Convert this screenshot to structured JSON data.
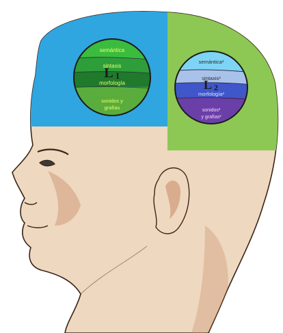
{
  "colors": {
    "left_region": "#2fa6e0",
    "right_region": "#8dc855",
    "skin": "#eed8bf",
    "skin_shadow": "#c98f6a",
    "outline": "#3a2418",
    "l1_bands": [
      "#3bbc3f",
      "#2e9e3a",
      "#3c8f3c",
      "#1f7a2c",
      "#5aad3c"
    ],
    "l2_bands": [
      "#7ed4f5",
      "#a9c2ea",
      "#3f57c9",
      "#6e8ad8",
      "#6a3fa8"
    ]
  },
  "l1": {
    "symbol": "L",
    "subscript": "1",
    "layers": [
      "semántica",
      "sintaxis",
      "morfología",
      "sonidos y",
      "grafías"
    ]
  },
  "l2": {
    "symbol": "L",
    "subscript": "2",
    "layers": [
      "semántica²",
      "sintaxis²",
      "morfología²",
      "sonidos²",
      "y grafías²"
    ]
  }
}
